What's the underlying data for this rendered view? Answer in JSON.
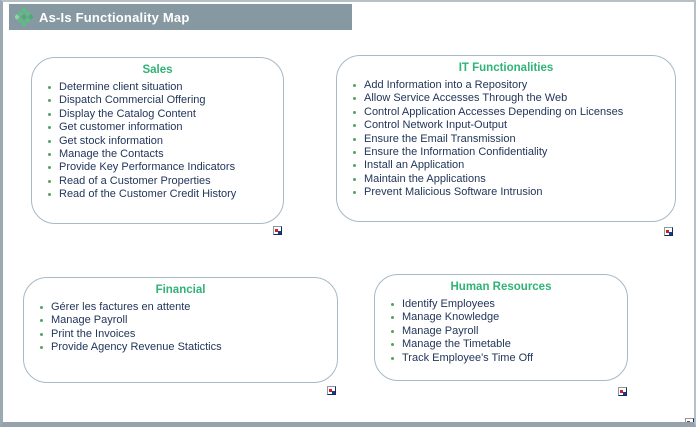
{
  "title_bar": {
    "title": "As-Is Functionality Map",
    "icon": "green-diamond-grid-icon"
  },
  "colors": {
    "title_bar_bg": "#8698a2",
    "title_text": "#ffffff",
    "box_header_green": "#2fb377",
    "item_text_navy": "#22365a",
    "bullet_green": "#55a263",
    "box_border": "#a7b9c5"
  },
  "icons": {
    "box_marker": "element-marker-icon"
  },
  "boxes": [
    {
      "title": "Sales",
      "items": [
        "Determine client situation",
        "Dispatch Commercial Offering",
        "Display the Catalog Content",
        "Get customer information",
        "Get stock information",
        "Manage the Contacts",
        "Provide Key Performance Indicators",
        "Read of a Customer Properties",
        "Read of the Customer Credit History"
      ]
    },
    {
      "title": "IT Functionalities",
      "items": [
        "Add Information into a Repository",
        "Allow Service Accesses Through the Web",
        "Control Application Accesses Depending on Licenses",
        "Control Network Input-Output",
        "Ensure the Email Transmission",
        "Ensure the Information Confidentiality",
        "Install an Application",
        "Maintain the Applications",
        "Prevent Malicious Software Intrusion"
      ]
    },
    {
      "title": "Financial",
      "items": [
        "Gérer les factures en attente",
        "Manage Payroll",
        "Print the Invoices",
        "Provide Agency Revenue Statictics"
      ]
    },
    {
      "title": "Human Resources",
      "items": [
        "Identify Employees",
        "Manage Knowledge",
        "Manage Payroll",
        "Manage the Timetable",
        "Track Employee's Time Off"
      ]
    }
  ]
}
